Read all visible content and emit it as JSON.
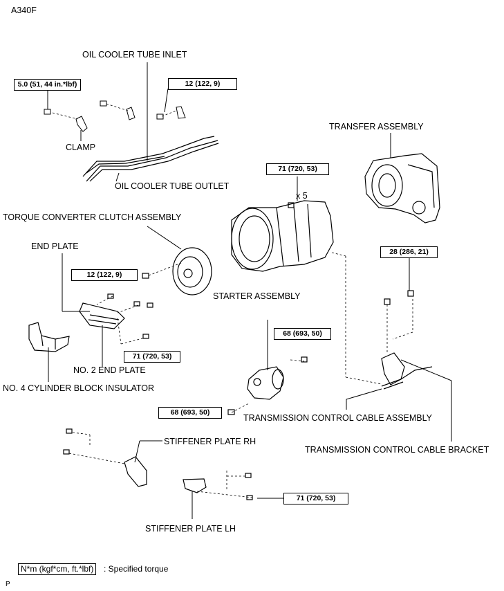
{
  "header": {
    "model_code": "A340F"
  },
  "footer": {
    "page_marker": "P"
  },
  "legend": {
    "unit_box": "N*m (kgf*cm, ft.*lbf)",
    "description": ": Specified torque"
  },
  "labels": {
    "oil_cooler_tube_inlet": "OIL COOLER TUBE INLET",
    "clamp": "CLAMP",
    "oil_cooler_tube_outlet": "OIL COOLER TUBE OUTLET",
    "transfer_assembly": "TRANSFER ASSEMBLY",
    "torque_converter_clutch_assembly": "TORQUE CONVERTER CLUTCH ASSEMBLY",
    "end_plate": "END PLATE",
    "starter_assembly": "STARTER ASSEMBLY",
    "no2_end_plate": "NO. 2 END PLATE",
    "no4_cylinder_block_insulator": "NO. 4 CYLINDER BLOCK INSULATOR",
    "transmission_control_cable_assembly": "TRANSMISSION CONTROL CABLE ASSEMBLY",
    "stiffener_plate_rh": "STIFFENER PLATE RH",
    "transmission_control_cable_bracket": "TRANSMISSION CONTROL CABLE BRACKET",
    "stiffener_plate_lh": "STIFFENER PLATE LH",
    "bolt_count": "x 5"
  },
  "torques": {
    "clamp_bolt": "5.0 (51, 44 in.*lbf)",
    "tube_clamp_bolt": "12 (122, 9)",
    "transmission_bolts": "71 (720, 53)",
    "torque_converter_bolt": "12 (122, 9)",
    "end_plate_bolt": "71 (720, 53)",
    "starter_nut": "68 (693, 50)",
    "starter_bolt": "68 (693, 50)",
    "bracket_bolt": "28 (286, 21)",
    "stiffener_bolt": "71 (720, 53)"
  }
}
